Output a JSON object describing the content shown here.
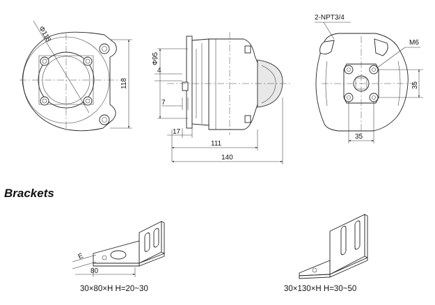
{
  "front_view": {
    "dia_label": "Φ118",
    "height_label": "118"
  },
  "side_view": {
    "dia_label": "Φ95",
    "dims": {
      "d4": "4",
      "d7": "7",
      "d17": "17",
      "d111": "111",
      "d140": "140"
    }
  },
  "rear_view": {
    "thread_label": "2-NPT3/4",
    "bolt_label": "M6",
    "v_spacing": "35",
    "h_spacing": "35"
  },
  "section_title": "Brackets",
  "brackets": [
    {
      "caption": "30×80×H  H=20~30",
      "length_label": "80",
      "e_label": "E"
    },
    {
      "caption": "30×130×H  H=30~50"
    }
  ]
}
